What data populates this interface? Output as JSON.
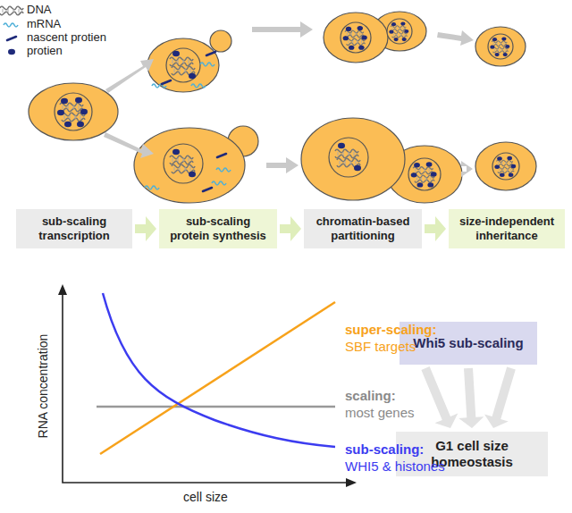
{
  "diagram": {
    "nodes": [
      {
        "text": [
          "sub-scaling transcription"
        ]
      },
      {
        "text": [
          "sub-scaling protein synthesis"
        ]
      },
      {
        "text": [
          "chromatin-based partitioning"
        ]
      },
      {
        "text": [
          "size-independent inheritance"
        ]
      },
      {
        "text": [
          "Whi5 sub-scaling"
        ]
      },
      {
        "text": [
          "G1 cell size homeostasis"
        ]
      }
    ],
    "edges": [
      {
        "from": 0,
        "to": 1,
        "arrow": "to"
      },
      {
        "from": 1,
        "to": 2,
        "arrow": "to"
      },
      {
        "from": 2,
        "to": 3,
        "arrow": "to"
      },
      {
        "from": 4,
        "to": 5,
        "arrow": "to"
      },
      {
        "from": 4,
        "to": 5,
        "arrow": "to"
      },
      {
        "from": 4,
        "to": 5,
        "arrow": "to"
      }
    ],
    "labels": [
      "super-scaling:",
      "SBF targets",
      "scaling:",
      "most genes",
      "sub-scaling:",
      "WHI5 & histones",
      "RNA concentration",
      "cell size"
    ],
    "legend": [
      {
        "text": "DNA"
      },
      {
        "text": "mRNA"
      },
      {
        "text": "nascent protien"
      },
      {
        "text": "protien"
      }
    ]
  }
}
